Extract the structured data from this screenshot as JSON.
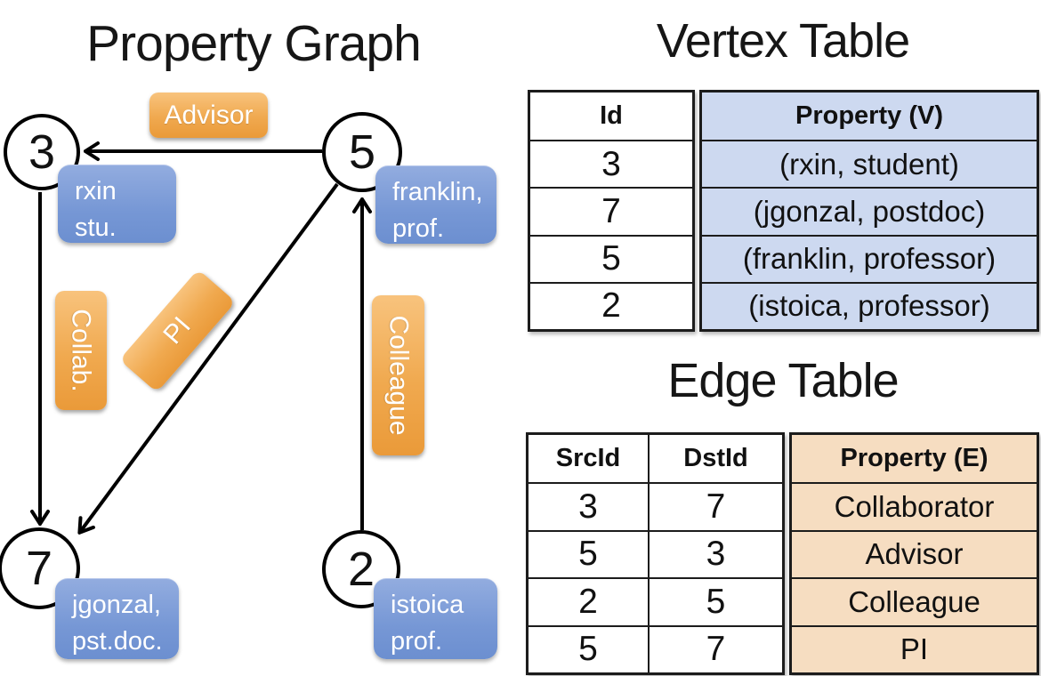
{
  "titles": {
    "graph": "Property Graph",
    "vertex_table": "Vertex Table",
    "edge_table": "Edge Table"
  },
  "graph": {
    "nodes": [
      {
        "id": "3",
        "label_lines": [
          "rxin",
          "stu."
        ]
      },
      {
        "id": "5",
        "label_lines": [
          "franklin,",
          "prof."
        ]
      },
      {
        "id": "7",
        "label_lines": [
          "jgonzal,",
          "pst.doc."
        ]
      },
      {
        "id": "2",
        "label_lines": [
          "istoica",
          "prof."
        ]
      }
    ],
    "edges": [
      {
        "from": "5",
        "to": "3",
        "label": "Advisor"
      },
      {
        "from": "3",
        "to": "7",
        "label": "Collab."
      },
      {
        "from": "5",
        "to": "7",
        "label": "PI"
      },
      {
        "from": "2",
        "to": "5",
        "label": "Colleague"
      }
    ]
  },
  "vertex_table": {
    "columns": [
      "Id",
      "Property (V)"
    ],
    "rows": [
      [
        "3",
        "(rxin, student)"
      ],
      [
        "7",
        "(jgonzal, postdoc)"
      ],
      [
        "5",
        "(franklin, professor)"
      ],
      [
        "2",
        "(istoica, professor)"
      ]
    ]
  },
  "edge_table": {
    "columns": [
      "SrcId",
      "DstId",
      "Property (E)"
    ],
    "rows": [
      [
        "3",
        "7",
        "Collaborator"
      ],
      [
        "5",
        "3",
        "Advisor"
      ],
      [
        "2",
        "5",
        "Colleague"
      ],
      [
        "5",
        "7",
        "PI"
      ]
    ]
  },
  "colors": {
    "edge_label_fill": "#efa64b",
    "vertex_label_fill": "#7e9fd8",
    "vertex_table_fill": "#cdd9f0",
    "edge_table_fill": "#f6ddc1",
    "stroke": "#000000"
  }
}
